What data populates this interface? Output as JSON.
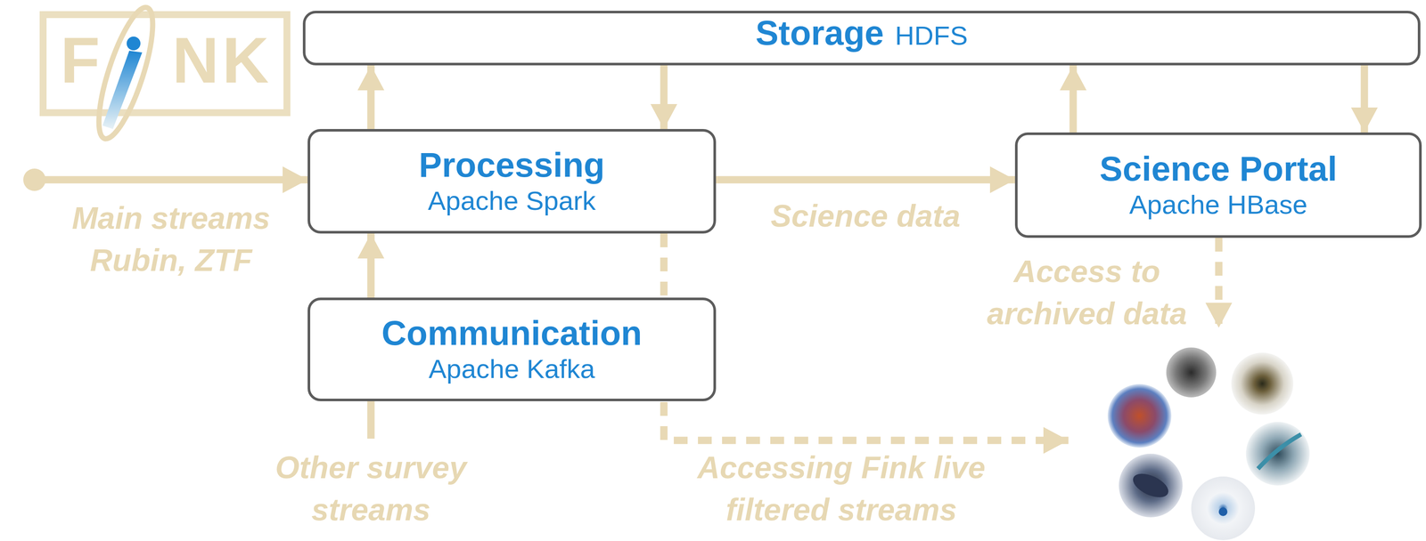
{
  "diagram": {
    "nodes": [
      {
        "text": [
          "Storage",
          "HDFS"
        ]
      },
      {
        "text": [
          "Processing",
          "Apache Spark"
        ]
      },
      {
        "text": [
          "Science Portal",
          "Apache HBase"
        ]
      },
      {
        "text": [
          "Communication",
          "Apache Kafka"
        ]
      }
    ],
    "edges": [
      {
        "from": 1,
        "to": 0,
        "arrow": "to"
      },
      {
        "from": 0,
        "to": 1,
        "arrow": "to"
      },
      {
        "from": 1,
        "to": 2,
        "label": "Science data",
        "arrow": "to"
      },
      {
        "from": 2,
        "to": 0,
        "arrow": "to"
      },
      {
        "from": 0,
        "to": 2,
        "arrow": "to"
      },
      {
        "from": 3,
        "to": 1,
        "arrow": "to"
      }
    ],
    "labels": [
      "F",
      "N",
      "K",
      "Main streams Rubin, ZTF",
      "Other survey streams",
      "Access to archived data",
      "Accessing Fink live filtered streams"
    ]
  }
}
